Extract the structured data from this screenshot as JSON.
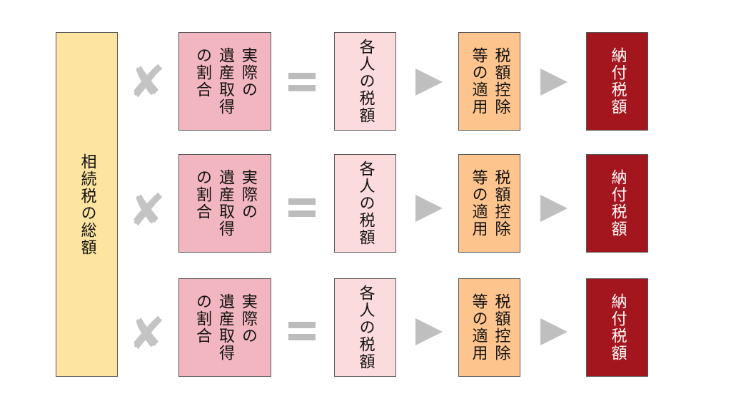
{
  "colors": {
    "total_fill": "#fde4a1",
    "share_fill": "#f2b6c0",
    "personal_fill": "#fbdbdb",
    "deduction_fill": "#fec48e",
    "final_fill": "#a4161e",
    "operator": "#c0c0c0",
    "border": "#555555"
  },
  "total_tax": {
    "label": "相続税の総額"
  },
  "operators": {
    "times": "✘",
    "equals": "=",
    "arrow": "triangle-right-arrow"
  },
  "rows": [
    {
      "share_label": "実際の\n遺産取得\nの割合",
      "personal_tax_label": "各人の税額",
      "deduction_label": "税額控除\n等の適用",
      "final_tax_label": "納付税額"
    },
    {
      "share_label": "実際の\n遺産取得\nの割合",
      "personal_tax_label": "各人の税額",
      "deduction_label": "税額控除\n等の適用",
      "final_tax_label": "納付税額"
    },
    {
      "share_label": "実際の\n遺産取得\nの割合",
      "personal_tax_label": "各人の税額",
      "deduction_label": "税額控除\n等の適用",
      "final_tax_label": "納付税額"
    }
  ]
}
